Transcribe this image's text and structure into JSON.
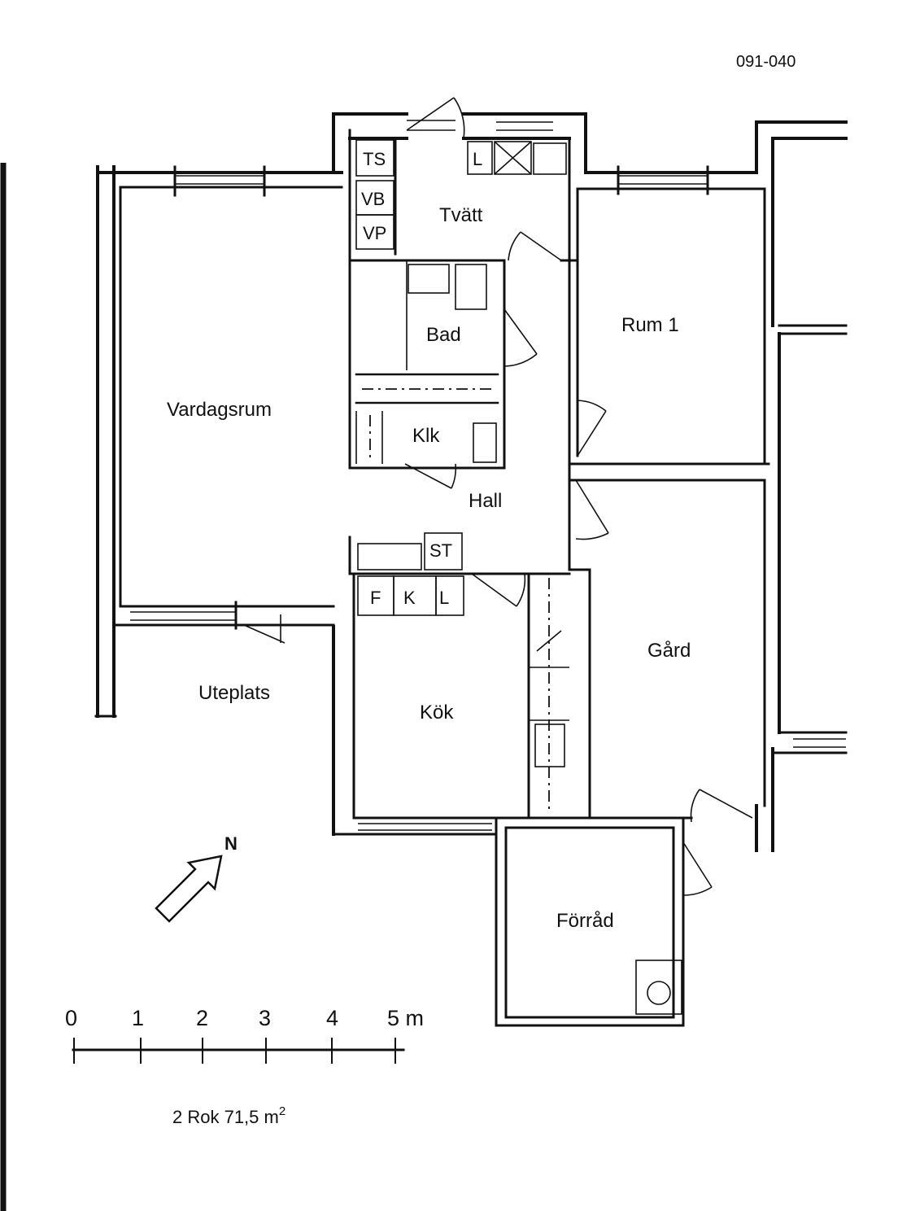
{
  "drawing_number": "091-040",
  "rooms": {
    "tvatt": "Tvätt",
    "bad": "Bad",
    "klk": "Klk",
    "hall": "Hall",
    "vardagsrum": "Vardagsrum",
    "rum1": "Rum 1",
    "kok": "Kök",
    "gard": "Gård",
    "uteplats": "Uteplats",
    "forrad": "Förråd"
  },
  "fixtures": {
    "ts": "TS",
    "vb": "VB",
    "vp": "VP",
    "l_laundry": "L",
    "st": "ST",
    "f": "F",
    "k": "K",
    "l_kitchen": "L"
  },
  "compass": {
    "label": "N"
  },
  "scale": {
    "ticks": [
      "0",
      "1",
      "2",
      "3",
      "4",
      "5 m"
    ]
  },
  "summary": {
    "text": "2 Rok 71,5 m",
    "superscript": "2"
  }
}
